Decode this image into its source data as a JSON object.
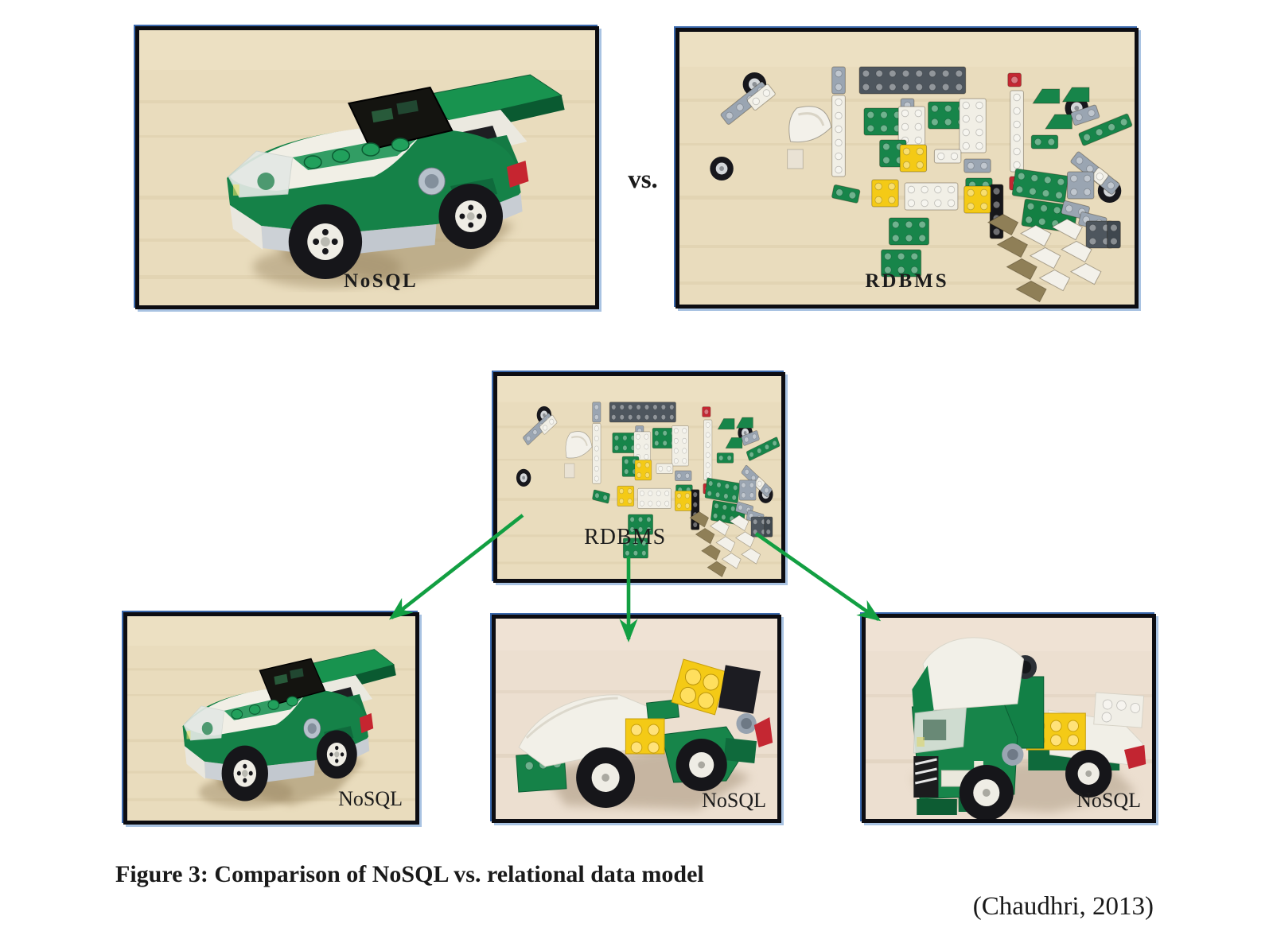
{
  "figure": {
    "vs_label": "vs.",
    "caption": "Figure 3: Comparison of NoSQL vs. relational data model",
    "citation": "(Chaudhri, 2013)"
  },
  "panels": {
    "top_left": {
      "label": "NoSQL",
      "alt": "assembled green and white LEGO car"
    },
    "top_right": {
      "label": "RDBMS",
      "alt": "disassembled LEGO bricks sorted on a table"
    },
    "middle": {
      "label": "RDBMS",
      "alt": "disassembled LEGO bricks sorted on a table"
    },
    "bottom_left": {
      "label": "NoSQL",
      "alt": "assembled green and white LEGO sports car"
    },
    "bottom_middle": {
      "label": "NoSQL",
      "alt": "assembled LEGO race car with yellow engine block"
    },
    "bottom_right": {
      "label": "NoSQL",
      "alt": "assembled green and white LEGO truck"
    }
  },
  "colors": {
    "arrow_green": "#129f42",
    "frame_border": "#0d0d12",
    "frame_blue_topleft": "#3b69ad",
    "frame_blue_shadow": "#a9c3e2",
    "wood_light": "#e9dcbd",
    "wood_pink": "#ecdfd0",
    "lego_green": "#17854a",
    "lego_dark_green": "#0f6a3c",
    "lego_white": "#f1efe6",
    "lego_yellow": "#f4ca16",
    "lego_gray": "#9aa5b2",
    "lego_dark_gray": "#4e565e",
    "lego_black": "#16161a",
    "lego_red": "#c42732",
    "lego_tan": "#8f7f57"
  }
}
